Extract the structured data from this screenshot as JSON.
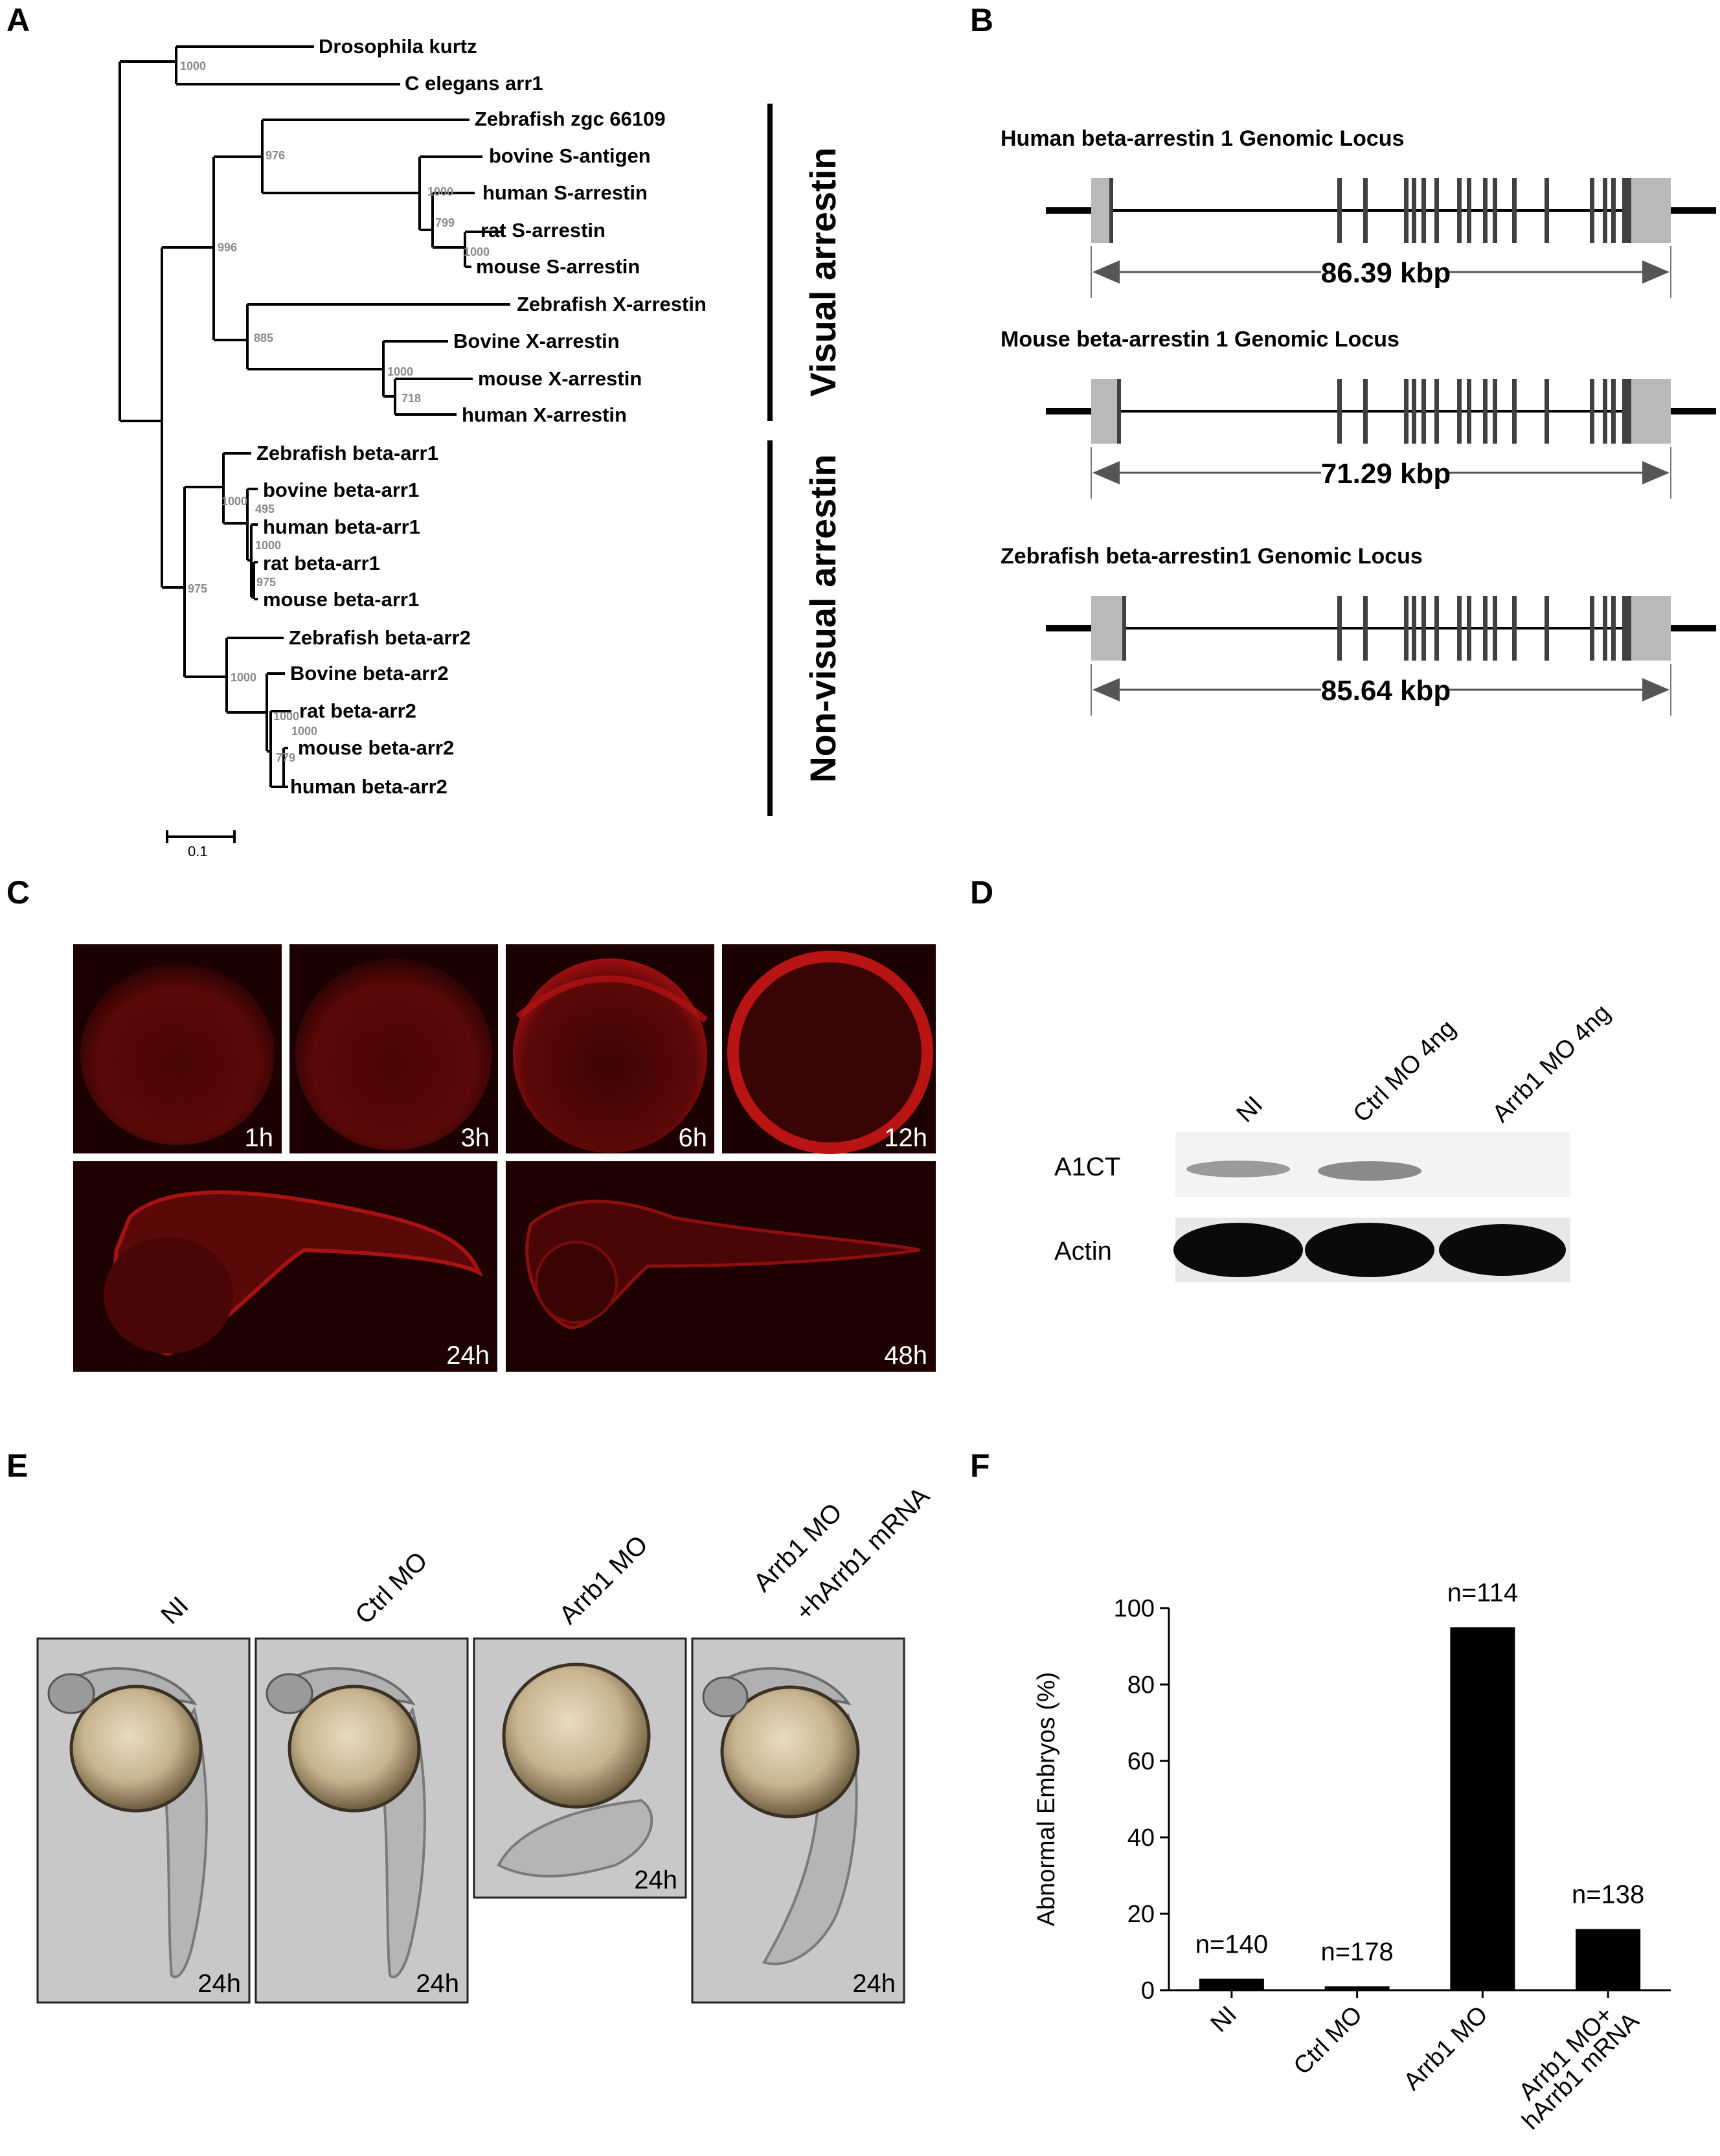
{
  "panels": {
    "A": "A",
    "B": "B",
    "C": "C",
    "D": "D",
    "E": "E",
    "F": "F"
  },
  "tree": {
    "taxa": [
      "Drosophila kurtz",
      "C elegans arr1",
      "Zebrafish zgc 66109",
      "bovine S-antigen",
      "human S-arrestin",
      "rat S-arrestin",
      "mouse S-arrestin",
      "Zebrafish X-arrestin",
      "Bovine X-arrestin",
      "mouse X-arrestin",
      "human X-arrestin",
      "Zebrafish beta-arr1",
      "bovine beta-arr1",
      "human beta-arr1",
      "rat beta-arr1",
      "mouse beta-arr1",
      "Zebrafish beta-arr2",
      "Bovine beta-arr2",
      "rat beta-arr2",
      "mouse beta-arr2",
      "human beta-arr2"
    ],
    "bootstrap": [
      "1000",
      "976",
      "1000",
      "799",
      "1000",
      "996",
      "885",
      "1000",
      "718",
      "1000",
      "495",
      "1000",
      "975",
      "975",
      "1000",
      "1000",
      "1000",
      "779"
    ],
    "scale_label": "0.1",
    "group_visual": "Visual arrestin",
    "group_nonvisual": "Non-visual arrestin"
  },
  "loci": [
    {
      "title": "Human beta-arrestin 1 Genomic Locus",
      "length": "86.39 kbp"
    },
    {
      "title": "Mouse beta-arrestin 1 Genomic Locus",
      "length": "71.29 kbp"
    },
    {
      "title": "Zebrafish beta-arrestin1 Genomic Locus",
      "length": "85.64 kbp"
    }
  ],
  "timepoints": [
    "1h",
    "3h",
    "6h",
    "12h",
    "24h",
    "48h"
  ],
  "western": {
    "lanes": [
      "NI",
      "Ctrl MO 4ng",
      "Arrb1 MO 4ng"
    ],
    "rows": [
      "A1CT",
      "Actin"
    ]
  },
  "embryos": {
    "conditions": [
      "NI",
      "Ctrl MO",
      "Arrb1 MO",
      "Arrb1 MO",
      "+hArrb1 mRNA"
    ],
    "time": "24h"
  },
  "chart_data": {
    "type": "bar",
    "categories": [
      "NI",
      "Ctrl MO",
      "Arrb1 MO",
      "Arrb1 MO+\nhArrb1 mRNA"
    ],
    "category_lines": [
      [
        "NI"
      ],
      [
        "Ctrl MO"
      ],
      [
        "Arrb1 MO"
      ],
      [
        "Arrb1 MO+",
        "hArrb1 mRNA"
      ]
    ],
    "values": [
      3,
      1,
      95,
      16
    ],
    "annotations": [
      "n=140",
      "n=178",
      "n=114",
      "n=138"
    ],
    "ylabel": "Abnormal Embryos (%)",
    "ylim": [
      0,
      100
    ],
    "yticks": [
      0,
      20,
      40,
      60,
      80,
      100
    ],
    "bar_color": "#000000"
  },
  "colors": {
    "fluor": "#c01010",
    "exon": "#404040",
    "utr": "#b9b9b9"
  }
}
